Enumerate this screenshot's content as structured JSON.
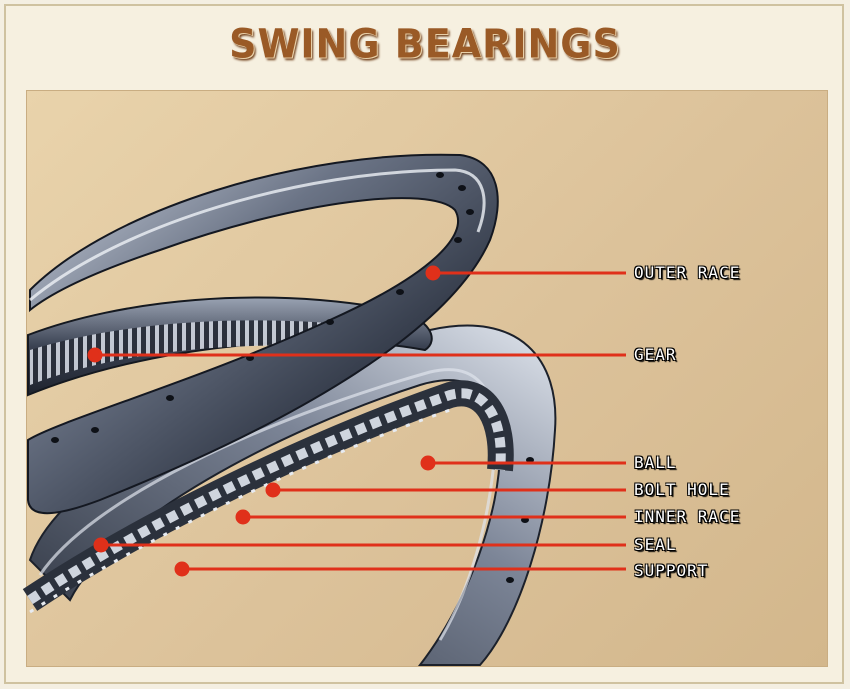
{
  "title": "SWING BEARINGS",
  "labels": {
    "outer_race": "OUTER RACE",
    "gear": "GEAR",
    "ball": "BALL",
    "bolt_hole": "BOLT HOLE",
    "inner_race": "INNER RACE",
    "seal": "SEAL",
    "support": "SUPPORT"
  },
  "colors": {
    "title": "#9a5a26",
    "leader_line": "#e0301a",
    "panel": "#e2c9a0",
    "steel": "#4a5262"
  }
}
